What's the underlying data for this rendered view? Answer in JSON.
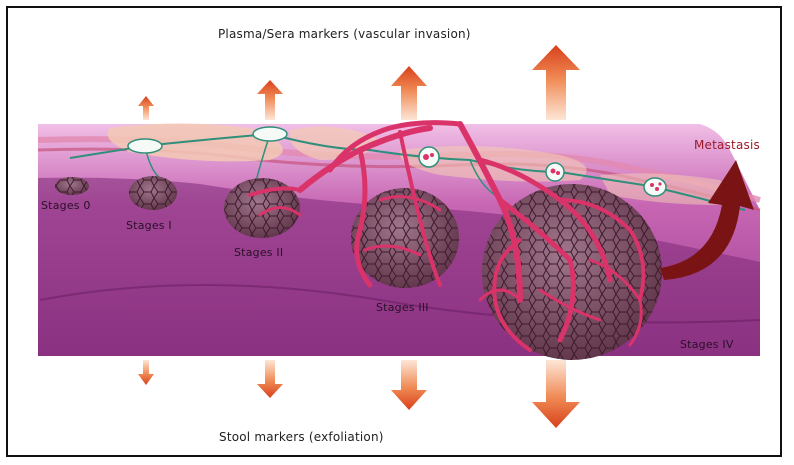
{
  "diagram": {
    "top_label": "Plasma/Sera markers (vascular invasion)",
    "bottom_label": "Stool markers (exfoliation)",
    "metastasis_label": "Metastasis",
    "stages": [
      {
        "label": "Stages 0"
      },
      {
        "label": "Stages I"
      },
      {
        "label": "Stages II"
      },
      {
        "label": "Stages III"
      },
      {
        "label": "Stages IV"
      }
    ],
    "colors": {
      "tissue_light": "#e6a6dc",
      "tissue_mid": "#b9509f",
      "tissue_dark": "#5a1452",
      "tumor": "#8a5a73",
      "vessel": "#d9336a",
      "arrow_light": "#f7b98f",
      "arrow_dark": "#d8411b",
      "metastasis_arrow": "#7a1414"
    }
  }
}
